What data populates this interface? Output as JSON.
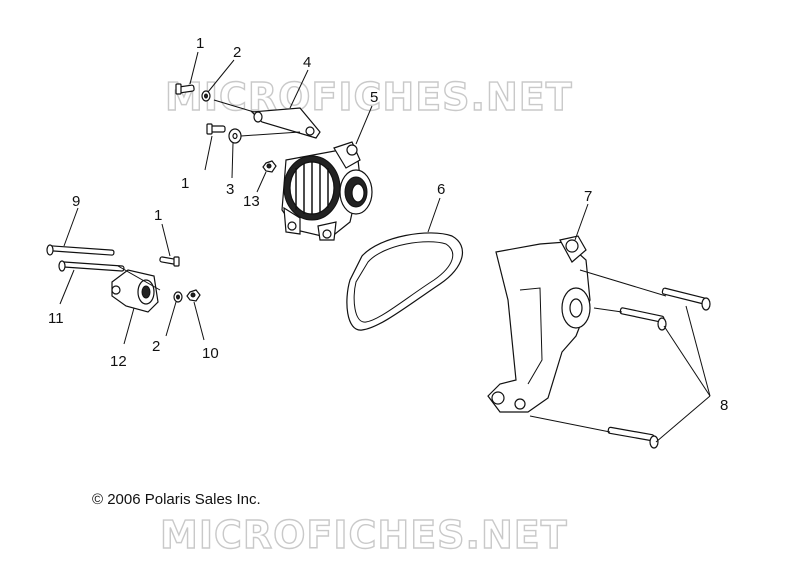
{
  "watermark": {
    "top": "MICROFICHES.NET",
    "bottom": "MICROFICHES.NET"
  },
  "copyright": "© 2006 Polaris Sales Inc.",
  "callouts": {
    "c1a": "1",
    "c2a": "2",
    "c4": "4",
    "c5": "5",
    "c1b": "1",
    "c3": "3",
    "c13": "13",
    "c9": "9",
    "c1c": "1",
    "c6": "6",
    "c7": "7",
    "c11": "11",
    "c12": "12",
    "c2b": "2",
    "c10": "10",
    "c8": "8"
  }
}
